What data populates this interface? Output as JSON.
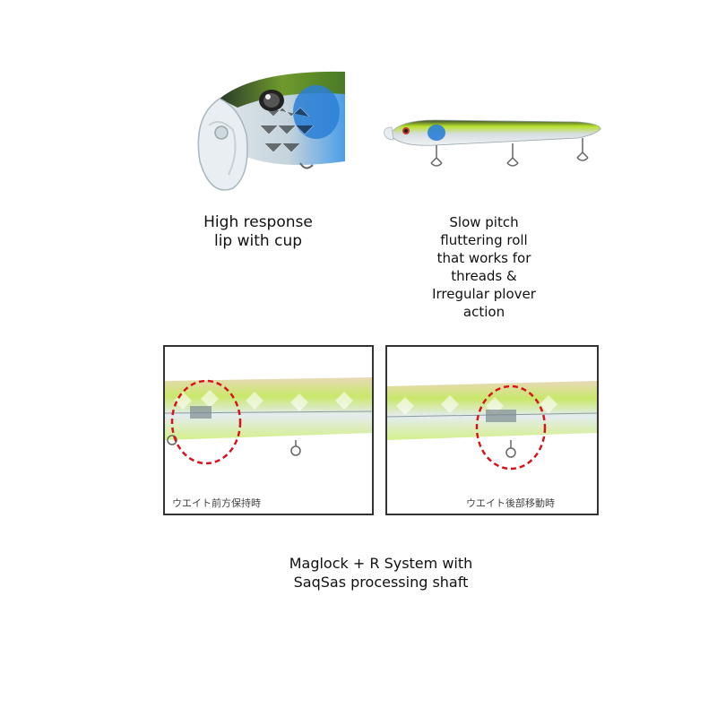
{
  "features": [
    {
      "caption": [
        "High response",
        "lip with cup"
      ]
    },
    {
      "caption": [
        "Slow pitch",
        "fluttering roll",
        "that works for",
        "threads &",
        "Irregular plover",
        "action"
      ]
    }
  ],
  "panels": [
    {
      "label": "ウエイト前方保持時"
    },
    {
      "label": "ウエイト後部移動時"
    }
  ],
  "system_caption": [
    "Maglock + R System with",
    "SaqSas processing shaft"
  ],
  "colors": {
    "lure_green": "#b8e02c",
    "lure_blue": "#2b7fd6",
    "highlight_red": "#d6141c"
  }
}
